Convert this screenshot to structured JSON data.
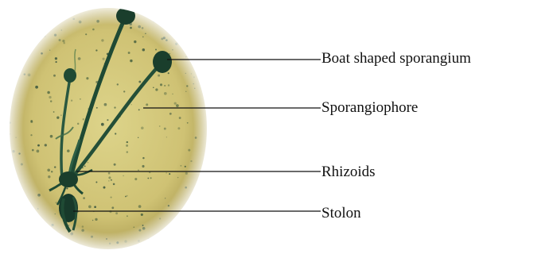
{
  "labels": {
    "sporangium": "Boat shaped sporangium",
    "sporangiophore": "Sporangiophore",
    "rhizoids": "Rhizoids",
    "stolon": "Stolon"
  },
  "colors": {
    "background": "#ffffff",
    "field_center": "#d9cf7d",
    "field_edge": "#b9ab5a",
    "fungus": "#1f4a34",
    "sporangium": "#1a3e2c",
    "leader_line": "#111111"
  }
}
